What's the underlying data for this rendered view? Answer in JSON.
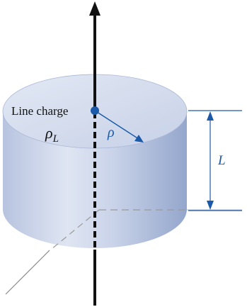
{
  "labels": {
    "line_charge": "Line charge",
    "rho_L_main": "ρ",
    "rho_L_sub": "L",
    "rho": "ρ",
    "length": "L"
  },
  "colors": {
    "cylinder_light": "#e6ebf5",
    "cylinder_mid": "#b9c6e2",
    "cylinder_dark": "#8ea0c8",
    "top_face": "#d4dced",
    "accent_blue": "#1a5aa8",
    "axis": "#111111",
    "hidden_line": "#9a9a9a",
    "text": "#111111"
  },
  "icons": {
    "axis_arrowhead": "arrow-up-icon",
    "charge_dot": "dot-icon"
  }
}
